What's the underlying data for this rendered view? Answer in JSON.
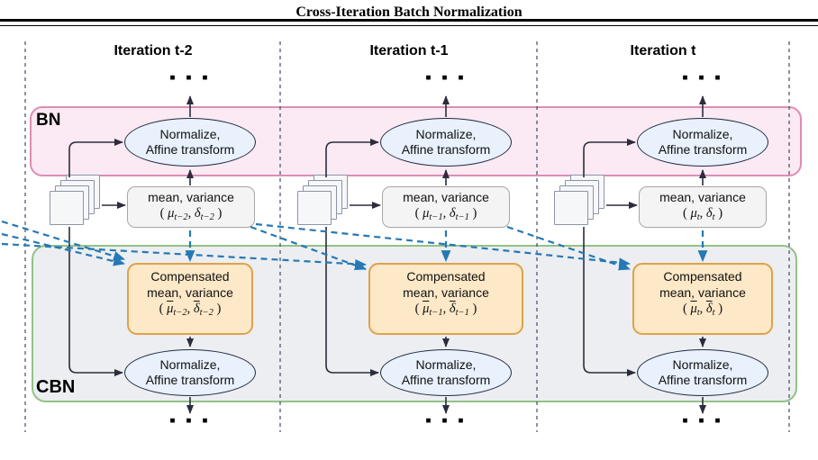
{
  "title": "Cross-Iteration Batch Normalization",
  "bn_label": "BN",
  "cbn_label": "CBN",
  "dots": "▪ ▪ ▪",
  "normalize": {
    "line1": "Normalize,",
    "line2": "Affine transform"
  },
  "columns": [
    {
      "header": "Iteration t-2",
      "stats_title": "mean, variance",
      "stats_formula": [
        {
          "t": "( "
        },
        {
          "t": "μ",
          "s": "i"
        },
        {
          "t": "t−2",
          "s": "sub"
        },
        {
          "t": ", "
        },
        {
          "t": "δ",
          "s": "i"
        },
        {
          "t": "t−2",
          "s": "sub"
        },
        {
          "t": " )"
        }
      ],
      "comp_line1": "Compensated",
      "comp_line2": "mean, variance",
      "comp_formula": [
        {
          "t": "( "
        },
        {
          "t": "μ",
          "s": "iov"
        },
        {
          "t": "t−2",
          "s": "sub"
        },
        {
          "t": ", "
        },
        {
          "t": "δ",
          "s": "iov"
        },
        {
          "t": "t−2",
          "s": "sub"
        },
        {
          "t": " )"
        }
      ]
    },
    {
      "header": "Iteration t-1",
      "stats_title": "mean, variance",
      "stats_formula": [
        {
          "t": "( "
        },
        {
          "t": "μ",
          "s": "i"
        },
        {
          "t": "t−1",
          "s": "sub"
        },
        {
          "t": ", "
        },
        {
          "t": "δ",
          "s": "i"
        },
        {
          "t": "t−1",
          "s": "sub"
        },
        {
          "t": " )"
        }
      ],
      "comp_line1": "Compensated",
      "comp_line2": "mean, variance",
      "comp_formula": [
        {
          "t": "( "
        },
        {
          "t": "μ",
          "s": "iov"
        },
        {
          "t": "t−1",
          "s": "sub"
        },
        {
          "t": ", "
        },
        {
          "t": "δ",
          "s": "iov"
        },
        {
          "t": "t−1",
          "s": "sub"
        },
        {
          "t": " )"
        }
      ]
    },
    {
      "header": "Iteration t",
      "stats_title": "mean, variance",
      "stats_formula": [
        {
          "t": "( "
        },
        {
          "t": "μ",
          "s": "i"
        },
        {
          "t": "t",
          "s": "sub"
        },
        {
          "t": ", "
        },
        {
          "t": "δ",
          "s": "i"
        },
        {
          "t": "t",
          "s": "sub"
        },
        {
          "t": " )"
        }
      ],
      "comp_line1": "Compensated",
      "comp_line2": "mean, variance",
      "comp_formula": [
        {
          "t": "( "
        },
        {
          "t": "μ",
          "s": "iov"
        },
        {
          "t": "t",
          "s": "sub"
        },
        {
          "t": ", "
        },
        {
          "t": "δ",
          "s": "iov"
        },
        {
          "t": "t",
          "s": "sub"
        },
        {
          "t": " )"
        }
      ]
    }
  ],
  "colors": {
    "bn_band_fill": "#fbe9f3",
    "bn_band_border": "#dd8db5",
    "cbn_box_fill": "#eceef1",
    "cbn_box_border": "#93c187",
    "ellipse_fill": "#e8f1fc",
    "ellipse_border": "#222a42",
    "stats_fill": "#f4f4f4",
    "stats_border": "#a6a6a6",
    "compensated_fill": "#fde8c8",
    "compensated_border": "#dfa24a",
    "cross_iteration_arrow_blue": "#2579b5",
    "arrow_black": "#2c2c3d",
    "separator_navy": "#3d4c6e"
  }
}
